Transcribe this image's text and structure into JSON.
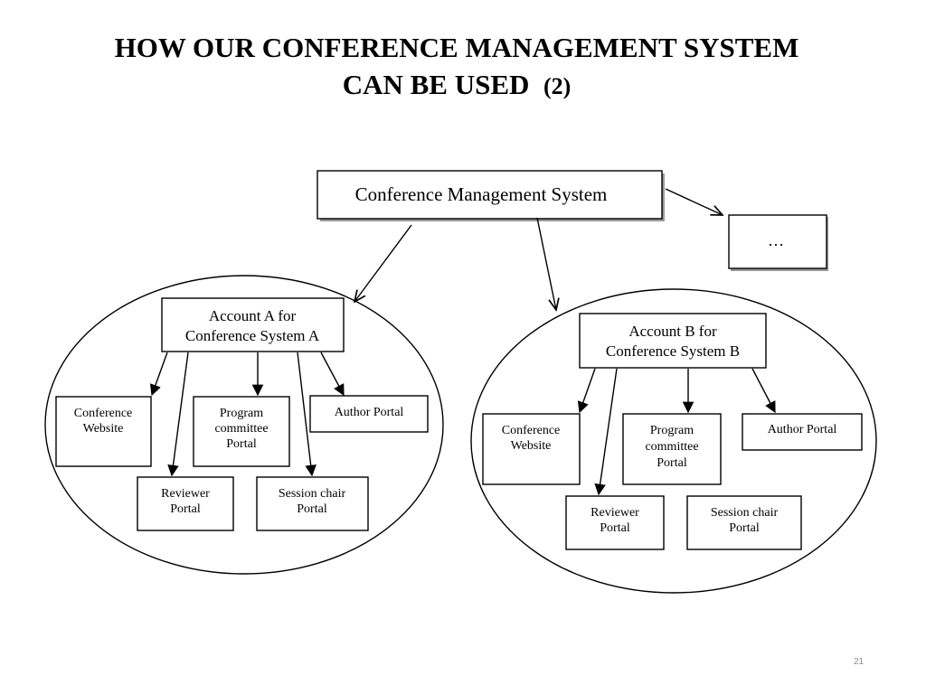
{
  "slide": {
    "title_line1": "HOW OUR CONFERENCE MANAGEMENT SYSTEM",
    "title_line2": "CAN BE USED",
    "title_num": "(2)",
    "page_number": "21"
  },
  "diagram": {
    "root": "Conference Management System",
    "more": "…",
    "account_a": {
      "label": [
        "Account A for",
        "Conference System A"
      ],
      "portals": {
        "website": [
          "Conference",
          "Website"
        ],
        "program": [
          "Program",
          "committee",
          "Portal"
        ],
        "author": [
          "Author Portal"
        ],
        "reviewer": [
          "Reviewer",
          "Portal"
        ],
        "session": [
          "Session chair",
          "Portal"
        ]
      }
    },
    "account_b": {
      "label": [
        "Account B for",
        "Conference System B"
      ],
      "portals": {
        "website": [
          "Conference",
          "Website"
        ],
        "program": [
          "Program",
          "committee",
          "Portal"
        ],
        "author": [
          "Author Portal"
        ],
        "reviewer": [
          "Reviewer",
          "Portal"
        ],
        "session": [
          "Session chair",
          "Portal"
        ]
      }
    }
  }
}
